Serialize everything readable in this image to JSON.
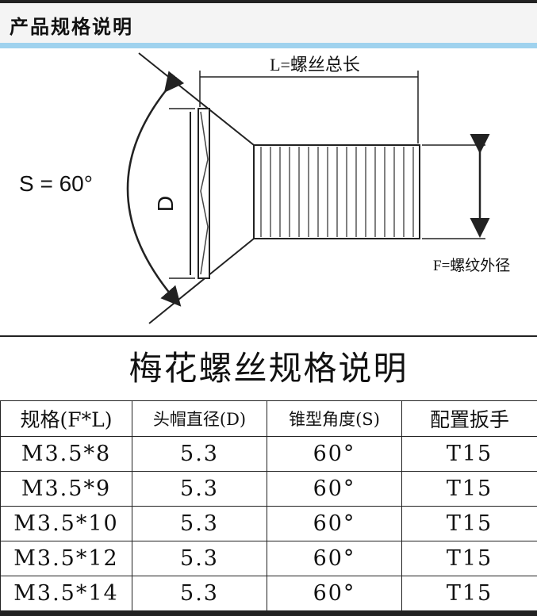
{
  "header": {
    "title": "产品规格说明"
  },
  "diagram": {
    "angle_label": "S = 60°",
    "diameter_label": "D",
    "length_label": "L=螺丝总长",
    "thread_label": "F=螺纹外径"
  },
  "table": {
    "title": "梅花螺丝规格说明",
    "headers": [
      "规格(F*L)",
      "头帽直径(D)",
      "锥型角度(S)",
      "配置扳手"
    ],
    "rows": [
      [
        "M3.5*8",
        "5.3",
        "60°",
        "T15"
      ],
      [
        "M3.5*9",
        "5.3",
        "60°",
        "T15"
      ],
      [
        "M3.5*10",
        "5.3",
        "60°",
        "T15"
      ],
      [
        "M3.5*12",
        "5.3",
        "60°",
        "T15"
      ],
      [
        "M3.5*14",
        "5.3",
        "60°",
        "T15"
      ]
    ]
  }
}
